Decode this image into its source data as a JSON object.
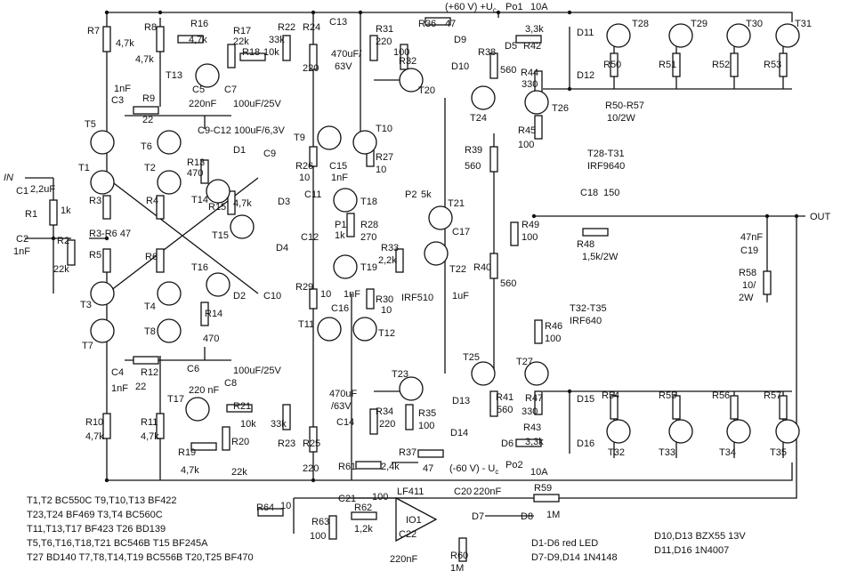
{
  "supply": {
    "pos_rail": "(+60 V) +U",
    "pos_rail_sub": "c",
    "neg_rail": "(-60 V) - U",
    "neg_rail_sub": "c",
    "fuse_pos": "Po1",
    "fuse_neg": "Po2",
    "fuse_rating_pos": "10A",
    "fuse_rating_neg": "10A"
  },
  "io": {
    "input": "IN",
    "output": "OUT"
  },
  "transistors": [
    "T1",
    "T2",
    "T3",
    "T4",
    "T5",
    "T6",
    "T7",
    "T8",
    "T9",
    "T10",
    "T11",
    "T12",
    "T13",
    "T14",
    "T15",
    "T16",
    "T17",
    "T18",
    "T19",
    "T20",
    "T21",
    "T22",
    "T23",
    "T24",
    "T25",
    "T26",
    "T27",
    "T28",
    "T29",
    "T30",
    "T31",
    "T32",
    "T33",
    "T34",
    "T35"
  ],
  "parts": {
    "R1": "R1",
    "R1v": "1k",
    "R2": "R2",
    "R2v": "22k",
    "R3": "R3",
    "R4": "R4",
    "R5": "R5",
    "R6": "R6",
    "R3R6": "R3-R6 47",
    "R7": "R7",
    "R7v": "4,7k",
    "R8": "R8",
    "R8v": "4,7k",
    "R9": "R9",
    "R9v": "22",
    "R10": "R10",
    "R10v": "4,7k",
    "R11": "R11",
    "R11v": "4,7k",
    "R12": "R12",
    "R12v": "22",
    "R13": "R13",
    "R13v": "470",
    "R14": "R14",
    "R14v": "470",
    "R15": "R15",
    "R15v": "4,7k",
    "R16": "R16",
    "R16v": "4,7k",
    "R17": "R17",
    "R17v": "22k",
    "R18": "R18",
    "R18v": "10k",
    "R19": "R19",
    "R19v": "4,7k",
    "R20": "R20",
    "R20v": "22k",
    "R21": "R21",
    "R21v": "10k",
    "R22": "R22",
    "R22v": "33k",
    "R23": "R23",
    "R23v": "33k",
    "R24": "R24",
    "R24v": "220",
    "R25": "R25",
    "R25v": "220",
    "R26": "R26",
    "R26v": "10",
    "R27": "R27",
    "R27v": "10",
    "R28": "R28",
    "R28v": "270",
    "R29": "R29",
    "R29v": "10",
    "R30": "R30",
    "R30v": "10",
    "R31": "R31",
    "R31v": "220",
    "R32": "R32",
    "R32v": "100",
    "R33": "R33",
    "R33v": "2,2k",
    "R34": "R34",
    "R34v": "220",
    "R35": "R35",
    "R35v": "100",
    "R36": "R36",
    "R36v": "47",
    "R37": "R37",
    "R37v": "47",
    "R38": "R38",
    "R38v": "560",
    "R39": "R39",
    "R39v": "560",
    "R40": "R40",
    "R40v": "560",
    "R41": "R41",
    "R41v": "560",
    "R42": "R42",
    "R42v": "3,3k",
    "R43": "R43",
    "R43v": "3,3k",
    "R44": "R44",
    "R44v": "330",
    "R45": "R45",
    "R45v": "100",
    "R46": "R46",
    "R46v": "100",
    "R47": "R47",
    "R47v": "330",
    "R48": "R48",
    "R48v": "1,5k/2W",
    "R49": "R49",
    "R49v": "100",
    "R50": "R50",
    "R51": "R51",
    "R52": "R52",
    "R53": "R53",
    "R54": "R54",
    "R55": "R55",
    "R56": "R56",
    "R57": "R57",
    "R50R57": "R50-R57",
    "R50R57v": "10/2W",
    "R58": "R58",
    "R58v": "10/",
    "R58v2": "2W",
    "R59": "R59",
    "R59v": "1M",
    "R60": "R60",
    "R60v": "1M",
    "R61": "R61",
    "R61v": "2,4k",
    "R62": "R62",
    "R62v": "1,2k",
    "R63": "R63",
    "R63v": "100",
    "R64": "R64",
    "R64v": "10",
    "P1": "P1",
    "P1v": "1k",
    "P2": "P2",
    "P2v": "5k",
    "C1": "C1",
    "C1v": "2,2uF",
    "C2": "C2",
    "C2v": "1nF",
    "C3": "C3",
    "C3v": "1nF",
    "C4": "C4",
    "C4v": "1nF",
    "C5": "C5",
    "C5v": "220nF",
    "C6": "C6",
    "C6v": "220 nF",
    "C7": "C7",
    "C8": "C8",
    "C7v": "100uF/25V",
    "C8v": "100uF/25V",
    "C9": "C9",
    "C10": "C10",
    "C9C12": "C9-C12 100uF/6,3V",
    "C11": "C11",
    "C12": "C12",
    "C13": "C13",
    "C13v": "470uF/",
    "C13v2": "63V",
    "C14": "C14",
    "C14v": "470uF",
    "C14v2": "/63V",
    "C15": "C15",
    "C15v": "1nF",
    "C16": "C16",
    "C16v": "1nF",
    "C17": "C17",
    "C17v": "1uF",
    "C18": "C18",
    "C18v": "150",
    "C19": "C19",
    "C19v": "47nF",
    "C20": "C20",
    "C20v": "220nF",
    "C21": "C21",
    "C21v": "100",
    "C22": "C22",
    "C22v": "220nF",
    "D1": "D1",
    "D2": "D2",
    "D3": "D3",
    "D4": "D4",
    "D5": "D5",
    "D6": "D6",
    "D7": "D7",
    "D8": "D8",
    "D9": "D9",
    "D10": "D10",
    "D11": "D11",
    "D12": "D12",
    "D13": "D13",
    "D14": "D14",
    "D15": "D15",
    "D16": "D16",
    "IO1": "IO1",
    "LF411": "LF411",
    "IRF510": "IRF510",
    "T28T31": "T28-T31",
    "T28T31v": "IRF9640",
    "T32T35": "T32-T35",
    "T32T35v": "IRF640"
  },
  "notes": {
    "l1": "T1,T2 BC550C   T9,T10,T13 BF422",
    "l2": "T23,T24 BF469   T3,T4 BC560C",
    "l3": "T11,T13,T17 BF423   T26 BD139",
    "l4": "T5,T6,T16,T18,T21 BC546B   T15 BF245A",
    "l5": "T27 BD140   T7,T8,T14,T19 BC556B   T20,T25 BF470",
    "d1": "D1-D6 red LED",
    "d2": "D7-D9,D14 1N4148",
    "d3": "D10,D13 BZX55 13V",
    "d4": "D11,D16 1N4007"
  }
}
